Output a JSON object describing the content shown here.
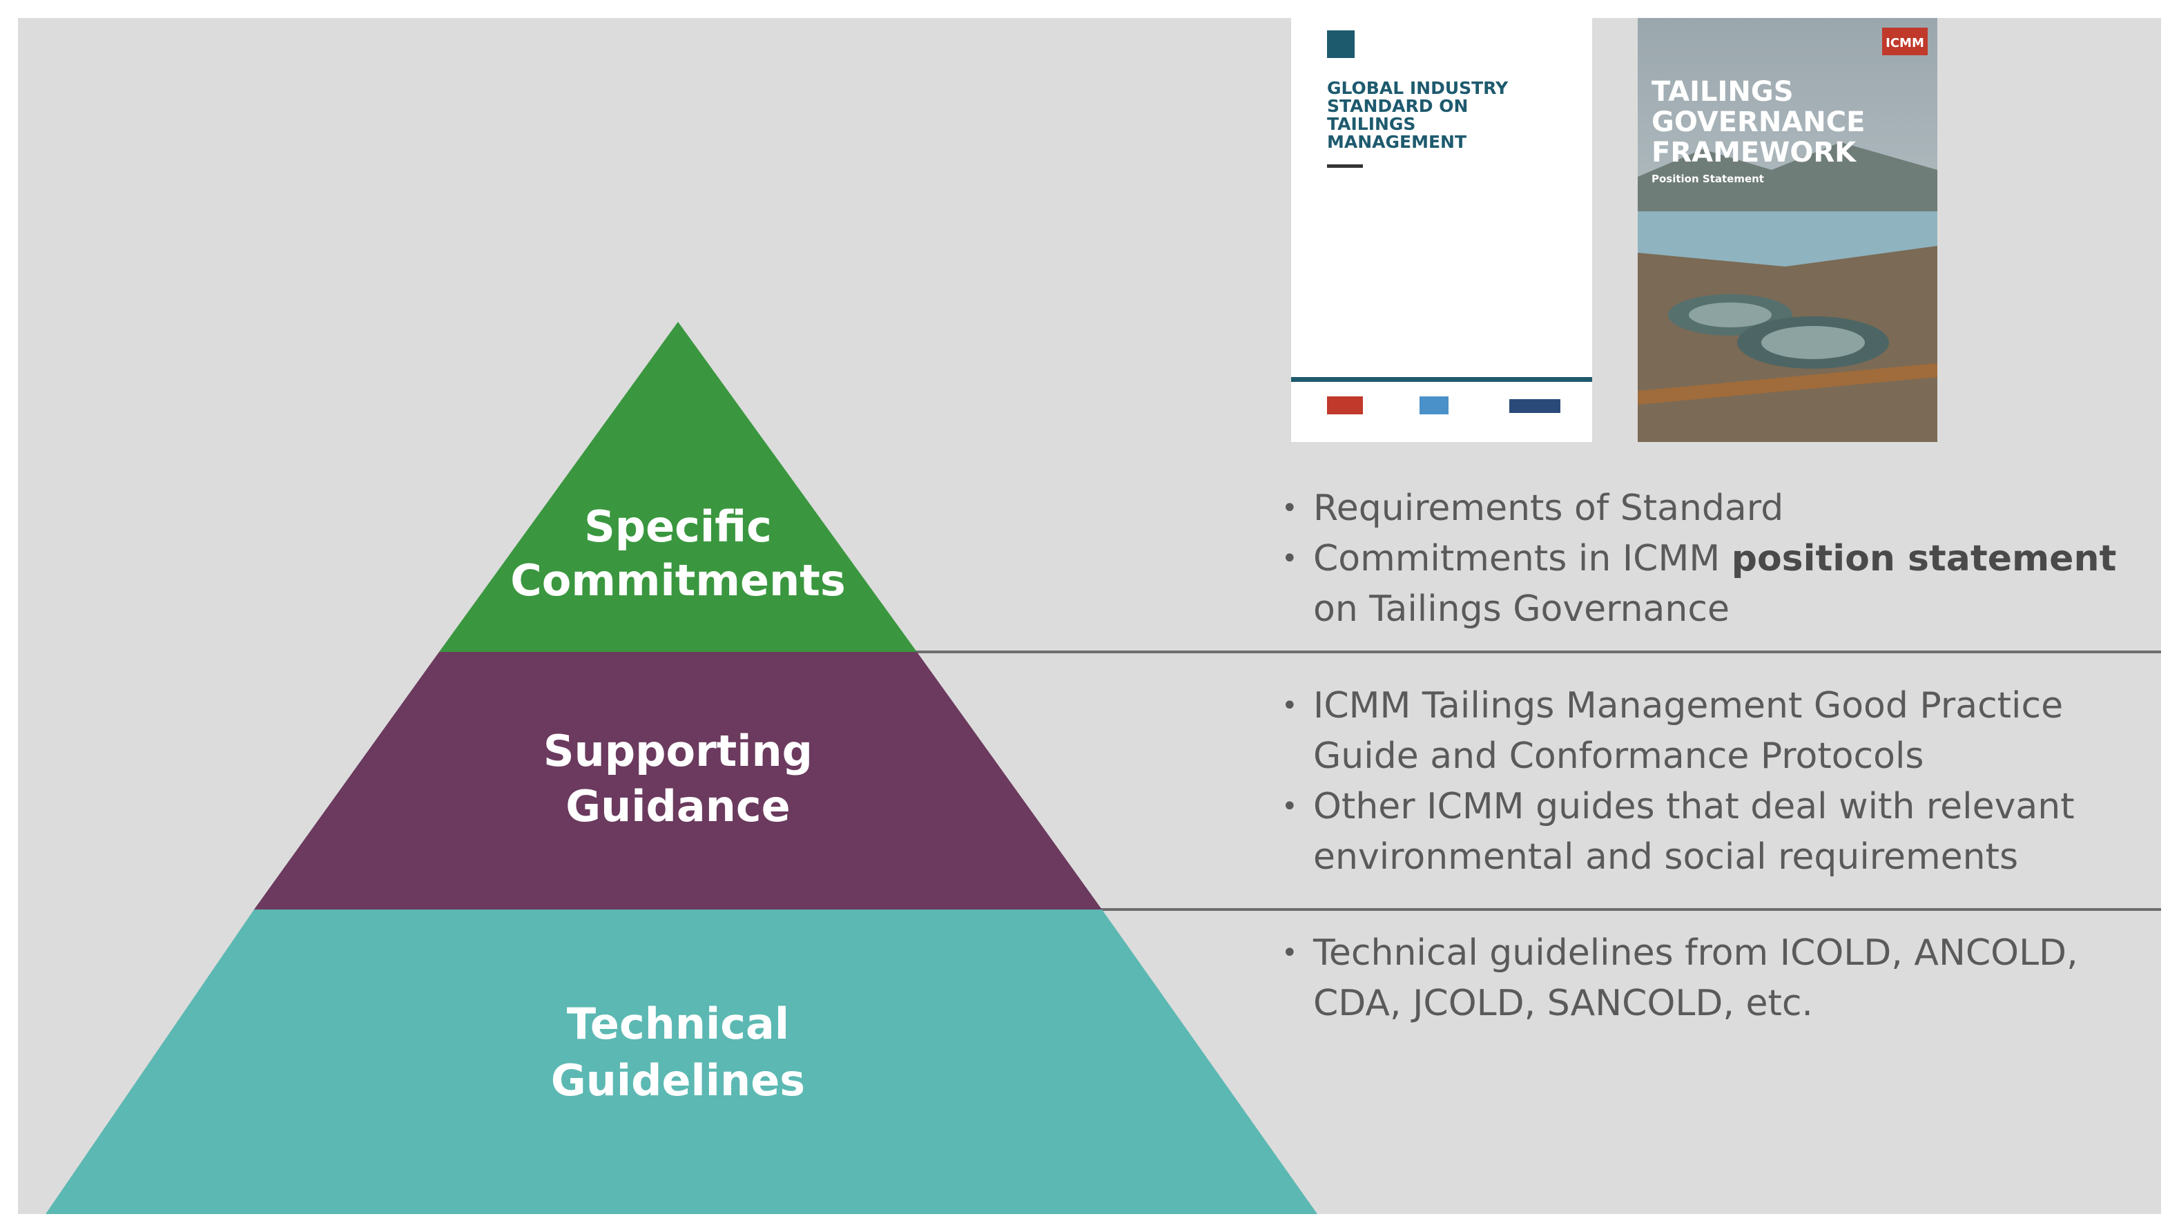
{
  "colors": {
    "background": "#dcdcdc",
    "tier_top": "#3a973f",
    "tier_middle": "#6b3a5e",
    "tier_bottom": "#5cb8b2",
    "text": "#5a5a5a",
    "divider": "#6e6e6e"
  },
  "pyramid": {
    "tiers": [
      {
        "line1": "Specific",
        "line2": "Commitments"
      },
      {
        "line1": "Supporting",
        "line2": "Guidance"
      },
      {
        "line1": "Technical",
        "line2": "Guidelines"
      }
    ]
  },
  "documents": {
    "standard": {
      "title_lines": [
        "GLOBAL INDUSTRY",
        "STANDARD ON",
        "TAILINGS",
        "MANAGEMENT"
      ]
    },
    "framework": {
      "title_lines": [
        "TAILINGS",
        "GOVERNANCE",
        "FRAMEWORK"
      ],
      "subtitle": "Position Statement",
      "logo": "ICMM"
    }
  },
  "bullets": {
    "top": {
      "item1": "Requirements of Standard",
      "item2_pre": "Commitments in ICMM ",
      "item2_bold": "position statement",
      "item2_post": " on Tailings Governance"
    },
    "middle": {
      "item1": "ICMM Tailings Management Good Practice Guide and Conformance Protocols",
      "item2": "Other ICMM guides that deal with relevant environmental and social requirements"
    },
    "bottom": {
      "item1": "Technical guidelines from ICOLD, ANCOLD, CDA, JCOLD, SANCOLD, etc."
    }
  }
}
